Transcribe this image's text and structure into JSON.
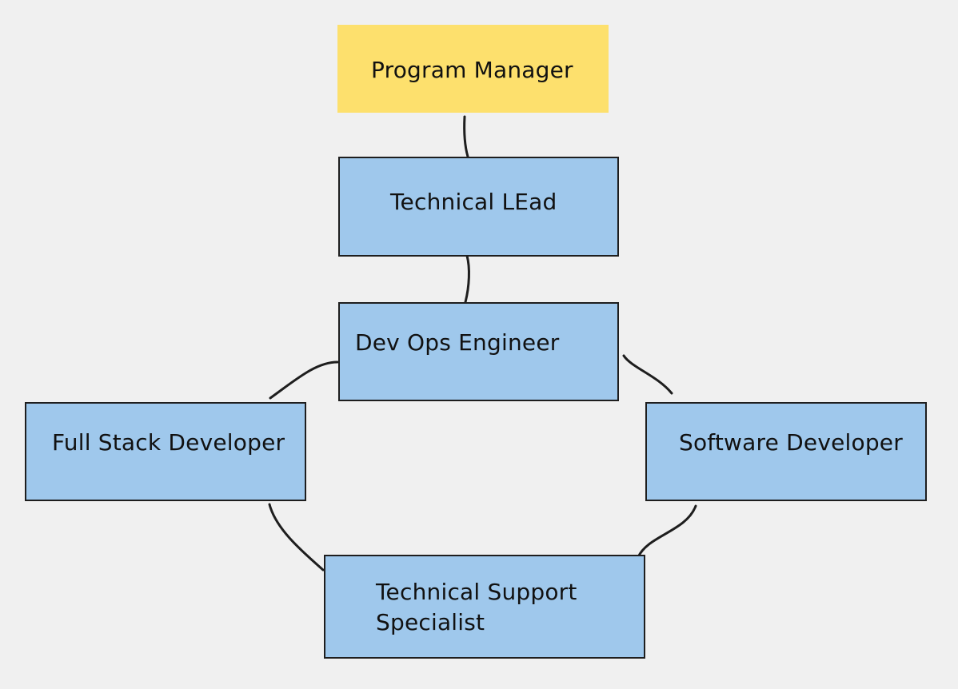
{
  "diagram": {
    "nodes": [
      {
        "id": "pm",
        "label": "Program Manager",
        "color": "#fde06d"
      },
      {
        "id": "tl",
        "label": "Technical LEad",
        "color": "#9fc8ec"
      },
      {
        "id": "dev",
        "label": "Dev Ops Engineer",
        "color": "#9fc8ec"
      },
      {
        "id": "fs",
        "label": "Full Stack Developer",
        "color": "#9fc8ec"
      },
      {
        "id": "sw",
        "label": "Software Developer",
        "color": "#9fc8ec"
      },
      {
        "id": "ts",
        "label": "Technical Support\nSpecialist",
        "color": "#9fc8ec"
      }
    ],
    "edges": [
      {
        "from": "pm",
        "to": "tl"
      },
      {
        "from": "tl",
        "to": "dev"
      },
      {
        "from": "dev",
        "to": "fs"
      },
      {
        "from": "dev",
        "to": "sw"
      },
      {
        "from": "fs",
        "to": "ts"
      },
      {
        "from": "sw",
        "to": "ts"
      }
    ],
    "styles": {
      "background": "#f0f0f0",
      "stroke": "#1e1e1e"
    }
  }
}
